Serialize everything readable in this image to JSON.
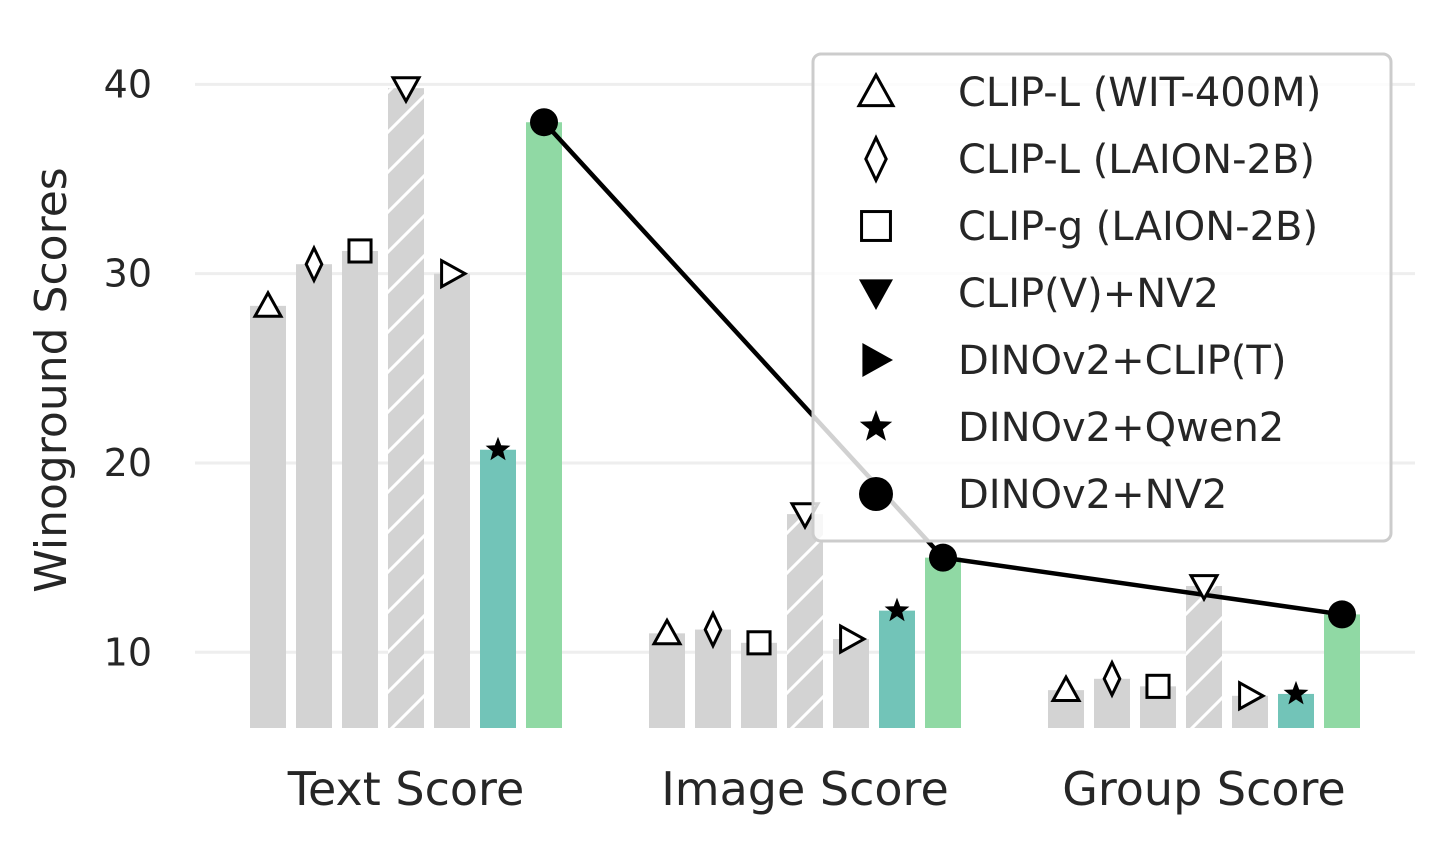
{
  "chart_data": {
    "type": "bar",
    "ylabel": "Winoground Scores",
    "ylim": [
      6,
      42
    ],
    "yticks": [
      10,
      20,
      30,
      40
    ],
    "grid": true,
    "legend_position": "top-right",
    "categories": [
      "Text Score",
      "Image Score",
      "Group Score"
    ],
    "series": [
      {
        "name": "CLIP-L (WIT-400M)",
        "marker": "triangle-up",
        "values": [
          28.3,
          11.0,
          8.0
        ]
      },
      {
        "name": "CLIP-L (LAION-2B)",
        "marker": "diamond",
        "values": [
          30.5,
          11.2,
          8.6
        ]
      },
      {
        "name": "CLIP-g (LAION-2B)",
        "marker": "square",
        "values": [
          31.2,
          10.5,
          8.2
        ]
      },
      {
        "name": "CLIP(V)+NV2",
        "marker": "triangle-down",
        "values": [
          39.8,
          17.3,
          13.5
        ]
      },
      {
        "name": "DINOv2+CLIP(T)",
        "marker": "triangle-right",
        "values": [
          30.0,
          10.7,
          7.7
        ]
      },
      {
        "name": "DINOv2+Qwen2",
        "marker": "star",
        "values": [
          20.7,
          12.2,
          7.8
        ]
      },
      {
        "name": "DINOv2+NV2",
        "marker": "circle",
        "values": [
          38.0,
          15.0,
          12.0
        ]
      }
    ],
    "colors": {
      "gray_bar": "#d3d3d3",
      "qwen_bar": "#72c4b8",
      "nv2_bar": "#90d9a4",
      "hatch": "#ffffff",
      "line": "#000000",
      "grid": "#eeeeee"
    }
  }
}
